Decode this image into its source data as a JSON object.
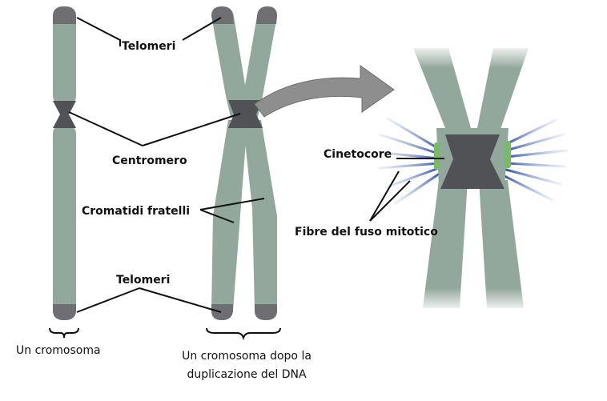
{
  "labels": {
    "telomeri_top": "Telomeri",
    "centromero": "Centromero",
    "cromatidi": "Cromatidi fratelli",
    "telomeri_bottom": "Telomeri",
    "un_cromosoma": "Un cromosoma",
    "dopo_line1": "Un cromosoma dopo la",
    "dopo_line2": "duplicazione del DNA",
    "cinetocore": "Cinetocore",
    "fibre": "Fibre del fuso mitotico"
  },
  "colors": {
    "chromatid": "#93a89c",
    "telomere": "#6f6f73",
    "centromere": "#505256",
    "fibre": "#4a6fb4",
    "kinetochore_green": "#7ab86a",
    "arrow": "#8e8e8e",
    "line": "#111111"
  }
}
